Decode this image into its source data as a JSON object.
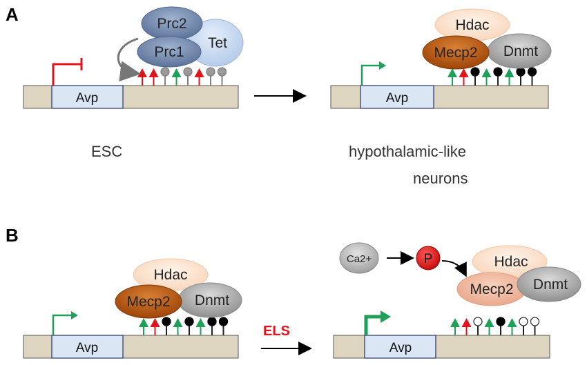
{
  "panel_a": {
    "label": "A",
    "left": {
      "gene": "Avp",
      "proteins": [
        "Prc2",
        "Prc1",
        "Tet"
      ],
      "caption": "ESC",
      "marks": [
        "red-up",
        "red-up",
        "gray-ball",
        "green-up",
        "gray-ball",
        "red-up",
        "gray-ball",
        "gray-ball"
      ]
    },
    "right": {
      "gene": "Avp",
      "proteins": [
        "Hdac",
        "Mecp2",
        "Dnmt"
      ],
      "caption_line1": "hypothalamic-like",
      "caption_line2": "neurons",
      "marks": [
        "green-up",
        "red-up",
        "black-ball",
        "green-up",
        "black-ball",
        "green-up",
        "black-ball",
        "black-ball"
      ]
    }
  },
  "panel_b": {
    "label": "B",
    "left": {
      "gene": "Avp",
      "proteins": [
        "Hdac",
        "Mecp2",
        "Dnmt"
      ],
      "marks": [
        "green-up",
        "red-up",
        "black-ball",
        "green-up",
        "black-ball",
        "green-up",
        "black-ball",
        "black-ball"
      ]
    },
    "arrow_label": "ELS",
    "right": {
      "gene": "Avp",
      "calcium": "Ca2+",
      "phospho": "P",
      "proteins": [
        "Hdac",
        "Mecp2",
        "Dnmt"
      ],
      "marks": [
        "green-up",
        "red-up",
        "white-ball",
        "green-up",
        "black-ball",
        "green-up",
        "white-ball",
        "white-ball"
      ]
    }
  },
  "colors": {
    "dna": "#ddd5bf",
    "gene_box": "#dbe6f5",
    "red_mark": "#e0151c",
    "green_mark": "#1fa05a",
    "prc": "#6f86ab",
    "tet": "#c5d8ef",
    "hdac": "#fbe2cf",
    "mecp2": "#b8560f",
    "dnmt": "#a9a9a9",
    "phospho": "#e0151c",
    "els": "#e0151c"
  }
}
